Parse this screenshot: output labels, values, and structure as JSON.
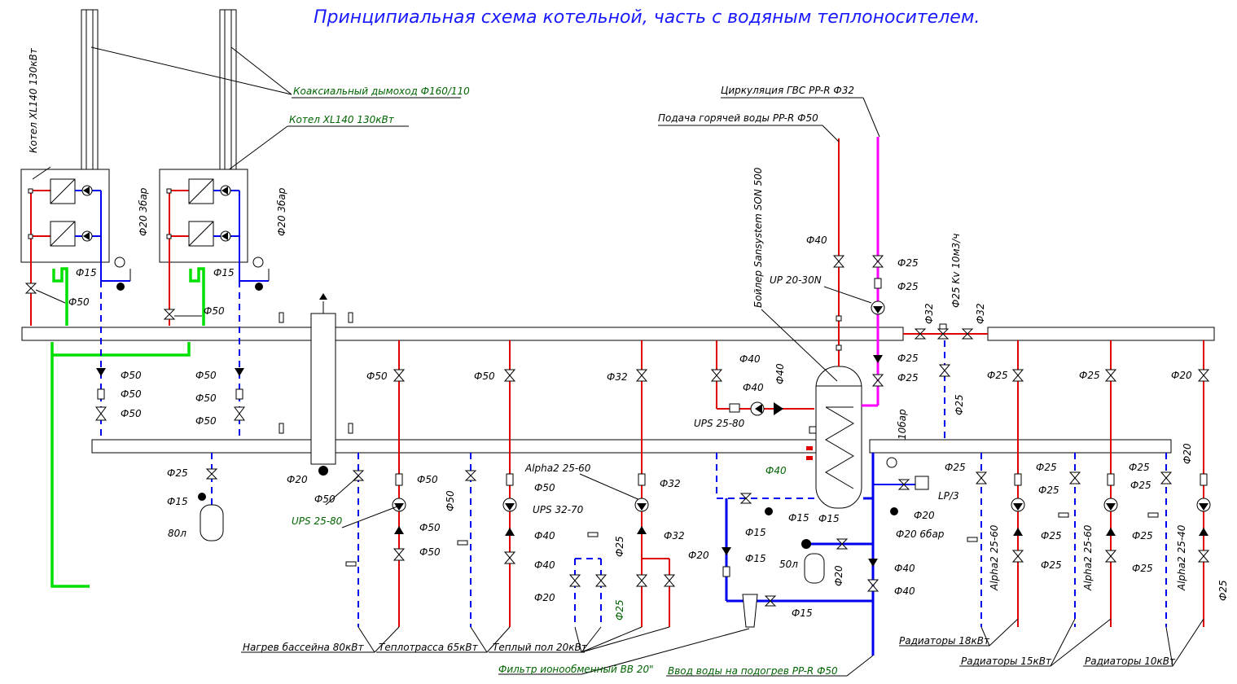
{
  "title": "Принципиальная схема котельной, часть с водяным теплоносителем.",
  "labels": {
    "chimney": "Коаксиальный дымоход Ф160/110",
    "boiler": "Котел XL140 130кВт",
    "boiler_vert": "Котел XL140 130кВт",
    "dhw_circ": "Циркуляция ГВС PP-R Ф32",
    "dhw_supply": "Подача горячей воды PP-R Ф50",
    "tank": "Бойлер Sansystem SON 500",
    "up_pump": "UP 20-30N",
    "ups80_right": "UPS 25-80",
    "ups80_left": "UPS 25-80",
    "alpha60": "Alpha2 25-60",
    "ups70": "UPS 32-70",
    "alpha60_b": "Alpha2 25-60",
    "alpha60_c": "Alpha2 25-60",
    "alpha40": "Alpha2 25-40",
    "kv": "Ф25 Kv 10м3/ч",
    "lp3": "LP/3",
    "vessel80": "80л",
    "vessel50": "50л",
    "bar10": "10бар",
    "bar6": "Ф20 6бар",
    "bar3a": "Ф20 3бар",
    "bar3b": "Ф20 3бар"
  },
  "footer": {
    "pool": "Нагрев бассейна 80кВт",
    "heatline": "Теплотрасса 65кВт",
    "floor": "Теплый пол 20кВт",
    "filter": "Фильтр ионообменный ВВ 20\"",
    "water_in": "Ввод воды на подогрев PP-R Ф50",
    "rad18": "Радиаторы 18кВт",
    "rad15": "Радиаторы 15кВт",
    "rad10": "Радиаторы 10кВт"
  },
  "dims": {
    "f15": "Ф15",
    "f20": "Ф20",
    "f25": "Ф25",
    "f32": "Ф32",
    "f40": "Ф40",
    "f40g": "Ф40",
    "f50": "Ф50"
  },
  "colors": {
    "supply": "#e00000",
    "return": "#0000ee",
    "condensate": "#00e000",
    "circulation": "#ff00ff",
    "title": "#1a1aff"
  }
}
